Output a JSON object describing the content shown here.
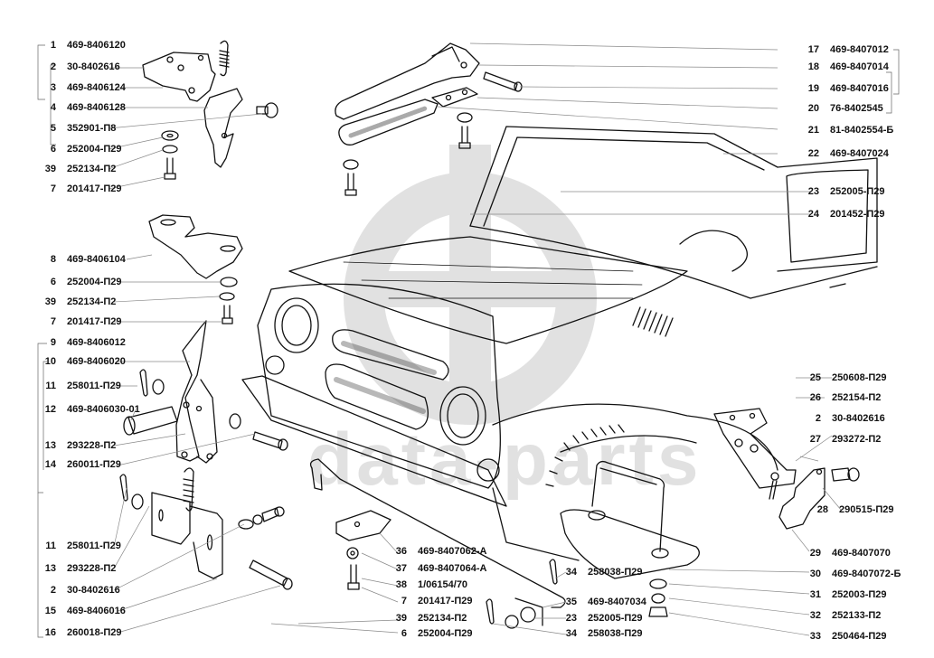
{
  "diagram": {
    "subject": "Hood latch and hood lock exploded parts diagram",
    "watermark": {
      "text": "data-parts",
      "logo": "gb-logo-icon",
      "color": "#c9c9c9"
    },
    "line_color": "#111111",
    "leader_color": "#888888"
  },
  "labels_left": [
    {
      "num": "1",
      "code": "469-8406120"
    },
    {
      "num": "2",
      "code": "30-8402616"
    },
    {
      "num": "3",
      "code": "469-8406124"
    },
    {
      "num": "4",
      "code": "469-8406128"
    },
    {
      "num": "5",
      "code": "352901-П8"
    },
    {
      "num": "6",
      "code": "252004-П29"
    },
    {
      "num": "39",
      "code": "252134-П2"
    },
    {
      "num": "7",
      "code": "201417-П29"
    },
    {
      "num": "8",
      "code": "469-8406104"
    },
    {
      "num": "6",
      "code": "252004-П29"
    },
    {
      "num": "39",
      "code": "252134-П2"
    },
    {
      "num": "7",
      "code": "201417-П29"
    },
    {
      "num": "9",
      "code": "469-8406012"
    },
    {
      "num": "10",
      "code": "469-8406020"
    },
    {
      "num": "11",
      "code": "258011-П29"
    },
    {
      "num": "12",
      "code": "469-8406030-01"
    },
    {
      "num": "13",
      "code": "293228-П2"
    },
    {
      "num": "14",
      "code": "260011-П29"
    },
    {
      "num": "11",
      "code": "258011-П29"
    },
    {
      "num": "13",
      "code": "293228-П2"
    },
    {
      "num": "2",
      "code": "30-8402616"
    },
    {
      "num": "15",
      "code": "469-8406016"
    },
    {
      "num": "16",
      "code": "260018-П29"
    }
  ],
  "labels_right": [
    {
      "num": "17",
      "code": "469-8407012"
    },
    {
      "num": "18",
      "code": "469-8407014"
    },
    {
      "num": "19",
      "code": "469-8407016"
    },
    {
      "num": "20",
      "code": "76-8402545"
    },
    {
      "num": "21",
      "code": "81-8402554-Б"
    },
    {
      "num": "22",
      "code": "469-8407024"
    },
    {
      "num": "23",
      "code": "252005-П29"
    },
    {
      "num": "24",
      "code": "201452-П29"
    },
    {
      "num": "25",
      "code": "250608-П29"
    },
    {
      "num": "26",
      "code": "252154-П2"
    },
    {
      "num": "2",
      "code": "30-8402616"
    },
    {
      "num": "27",
      "code": "293272-П2"
    },
    {
      "num": "28",
      "code": "290515-П29"
    },
    {
      "num": "29",
      "code": "469-8407070"
    },
    {
      "num": "30",
      "code": "469-8407072-Б"
    },
    {
      "num": "31",
      "code": "252003-П29"
    },
    {
      "num": "32",
      "code": "252133-П2"
    },
    {
      "num": "33",
      "code": "250464-П29"
    }
  ],
  "labels_bottom_mid": [
    {
      "num": "36",
      "code": "469-8407062-А"
    },
    {
      "num": "37",
      "code": "469-8407064-А"
    },
    {
      "num": "38",
      "code": "1/06154/70"
    },
    {
      "num": "7",
      "code": "201417-П29"
    },
    {
      "num": "39",
      "code": "252134-П2"
    },
    {
      "num": "6",
      "code": "252004-П29"
    }
  ],
  "labels_bottom_center": [
    {
      "num": "34",
      "code": "258038-П29"
    },
    {
      "num": "35",
      "code": "469-8407034"
    },
    {
      "num": "23",
      "code": "252005-П29"
    },
    {
      "num": "34",
      "code": "258038-П29"
    }
  ]
}
